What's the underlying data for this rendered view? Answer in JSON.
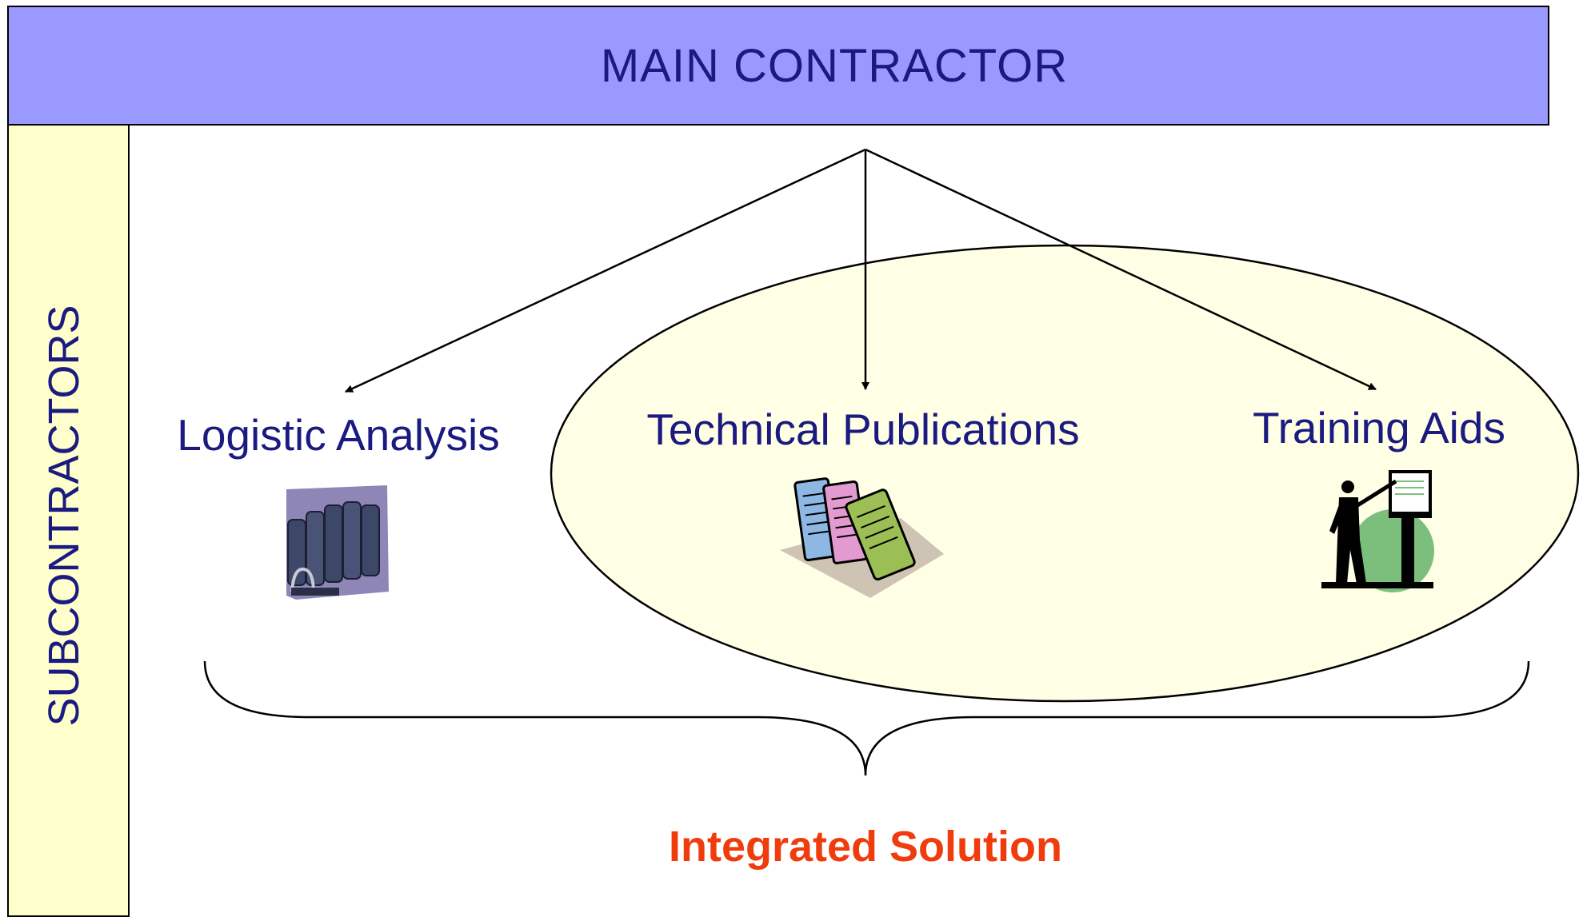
{
  "header": {
    "title": "MAIN CONTRACTOR"
  },
  "sidebar": {
    "label": "SUBCONTRACTORS"
  },
  "branches": [
    {
      "label": "Logistic Analysis",
      "icon": "books-shelf-icon"
    },
    {
      "label": "Technical Publications",
      "icon": "colored-books-icon"
    },
    {
      "label": "Training Aids",
      "icon": "presenter-icon"
    }
  ],
  "result": {
    "label": "Integrated Solution"
  },
  "colors": {
    "header_fill": "#9999ff",
    "sidebar_fill": "#ffffcc",
    "ellipse_fill": "#ffffe6",
    "text_navy": "#1a1a80",
    "result_red": "#f03c0c"
  }
}
